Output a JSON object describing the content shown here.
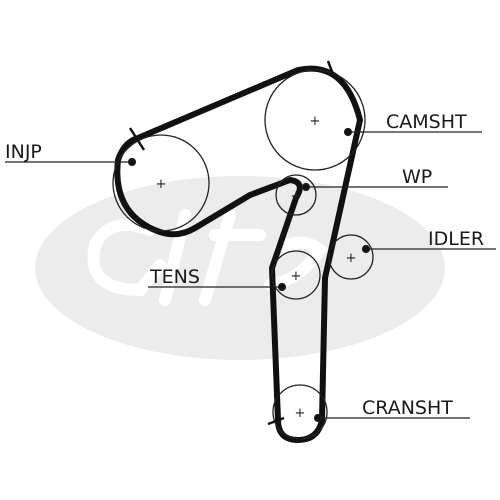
{
  "diagram": {
    "labels": {
      "injp": "INJP",
      "camsht": "CAMSHT",
      "wp": "WP",
      "idler": "IDLER",
      "tens": "TENS",
      "cransht": "CRANSHT"
    },
    "colors": {
      "belt": "#111111",
      "pulley": "#222222",
      "watermark": "#ececec",
      "text": "#1a1a1a"
    }
  }
}
